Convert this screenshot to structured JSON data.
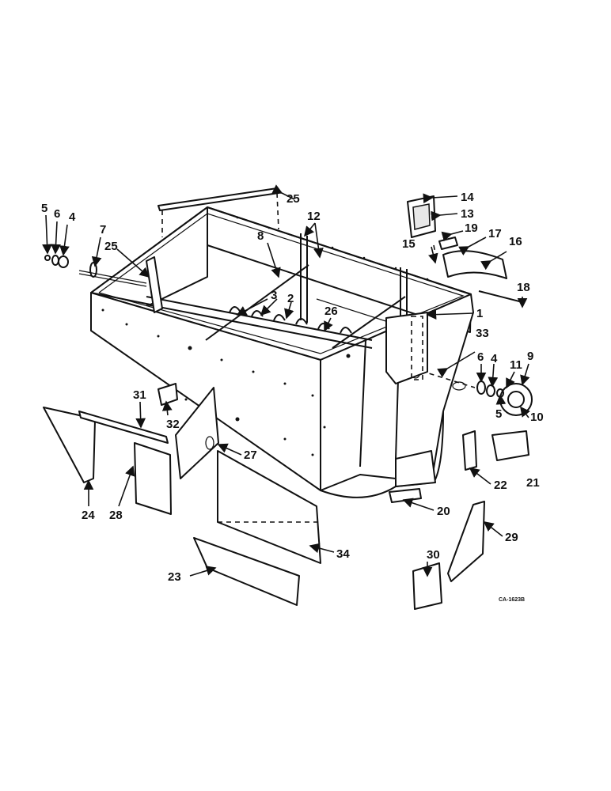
{
  "diagram": {
    "callouts": [
      "1",
      "2",
      "3",
      "4",
      "5",
      "6",
      "7",
      "8",
      "9",
      "10",
      "11",
      "12",
      "13",
      "14",
      "15",
      "16",
      "17",
      "18",
      "19",
      "20",
      "21",
      "22",
      "23",
      "24",
      "25",
      "26",
      "27",
      "28",
      "29",
      "30",
      "31",
      "32",
      "33",
      "34"
    ],
    "code": "CA-1623B"
  }
}
